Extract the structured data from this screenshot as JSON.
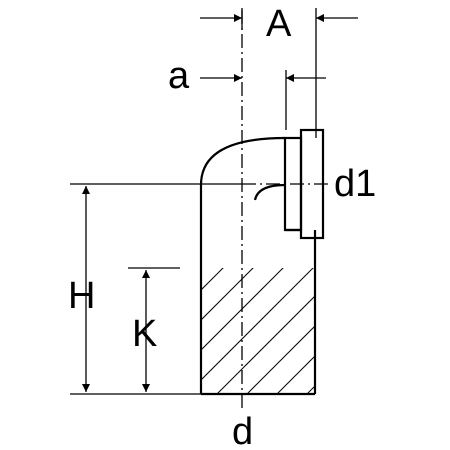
{
  "labels": {
    "A": "A",
    "a": "a",
    "d1": "d1",
    "H": "H",
    "K": "K",
    "d": "d"
  }
}
